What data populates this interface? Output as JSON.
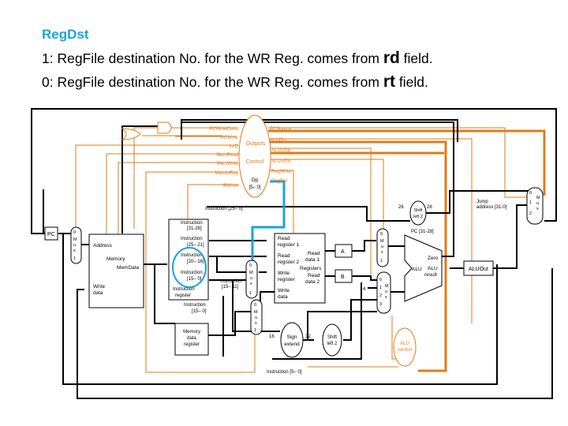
{
  "header": {
    "title": "RegDst",
    "line1_prefix": "1: RegFile destination No. for the WR Reg. comes from ",
    "line1_field": "rd",
    "line1_suffix": " field.",
    "line2_prefix": "0: RegFile destination No. for the WR Reg. comes from ",
    "line2_field": "rt",
    "line2_suffix": " field."
  },
  "colors": {
    "control": "#e07b16",
    "datapath": "#000000",
    "highlight": "#1aa3e0"
  },
  "control_signals": {
    "pcwritecond": "PCWriteCond",
    "pcwrite": "PCWrite",
    "iord": "IorD",
    "memread": "MemRead",
    "memwrite": "MemWrite",
    "memtoreg": "MemtoReg",
    "irwrite": "IRWrite",
    "pcsource": "PCSource",
    "aluop": "ALUOp",
    "alusrcb": "ALUSrcB",
    "alusrca": "ALUSrcA",
    "regwrite": "RegWrite",
    "regdst": "RegDst"
  },
  "control_unit": {
    "outputs": "Outputs",
    "control": "Control",
    "op": "Op",
    "op_bits": "[5– 0]"
  },
  "pc": "PC",
  "memory": {
    "address": "Address",
    "title": "Memory",
    "memdata": "MemData",
    "write": "Write",
    "data": "data"
  },
  "ir": {
    "f1a": "Instruction",
    "f1b": "[31-26]",
    "f2a": "Instruction",
    "f2b": "[25– 21]",
    "f3a": "Instruction",
    "f3b": "[20– 16]",
    "f4a": "Instruction",
    "f4b": "[15– 0]",
    "title_a": "Instruction",
    "title_b": "register"
  },
  "mdr": {
    "l1": "Memory",
    "l2": "data",
    "l3": "register"
  },
  "labels": {
    "instr_25_0": "Instruction [25– 0]",
    "instr_15_11_a": "Instruction",
    "instr_15_11_b": "[15– 11]",
    "instr_15_0_a": "Instruction",
    "instr_15_0_b": "[15– 0]",
    "instr_5_0": "Instruction [5– 0]",
    "pc_31_28": "PC [31-28]",
    "jump_a": "Jump",
    "jump_b": "address [31-0]",
    "n26": "26",
    "n28": "28",
    "n16": "16",
    "n32": "32",
    "n4": "4"
  },
  "registers": {
    "rr1a": "Read",
    "rr1b": "register 1",
    "rr2a": "Read",
    "rr2b": "register 2",
    "wra": "Write",
    "wrb": "register",
    "wda": "Write",
    "wdb": "data",
    "rd1a": "Read",
    "rd1b": "data 1",
    "rd2a": "Read",
    "rd2b": "data 2",
    "title": "Registers"
  },
  "reg_a": "A",
  "reg_b": "B",
  "alu": {
    "zero": "Zero",
    "alu": "ALU",
    "result_a": "ALU",
    "result_b": "result"
  },
  "aluout": "ALUOut",
  "alu_control": {
    "a": "ALU",
    "b": "control"
  },
  "sign_extend": {
    "a": "Sign",
    "b": "extend"
  },
  "shift_left_2": {
    "a": "Shift",
    "b": "left 2"
  },
  "mux": {
    "m": "M",
    "u": "u",
    "x": "x",
    "in0": "0",
    "in1": "1",
    "in2": "2",
    "in3": "3"
  }
}
